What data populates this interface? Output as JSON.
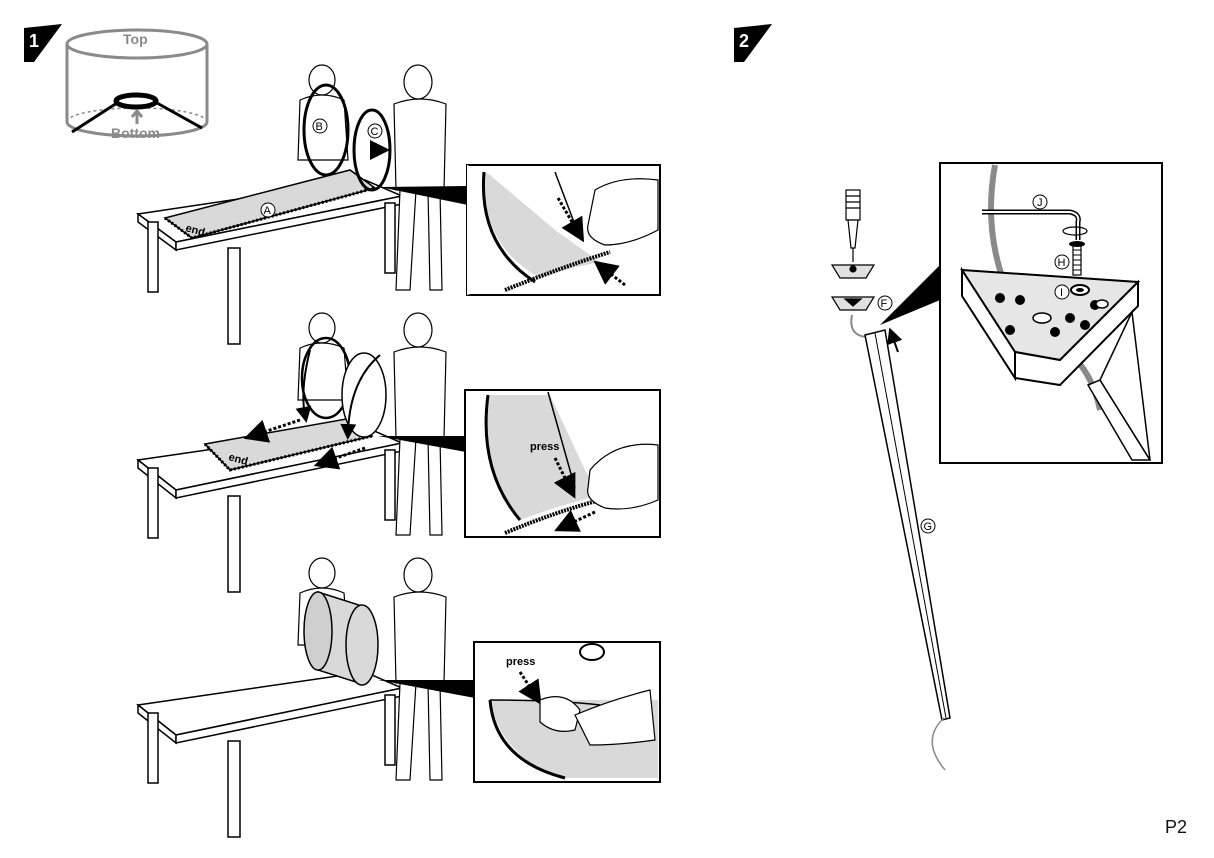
{
  "steps": [
    {
      "number": "1"
    },
    {
      "number": "2"
    }
  ],
  "shade_orientation": {
    "top_label": "Top",
    "bottom_label": "Bottom"
  },
  "part_labels": {
    "A": "A",
    "B": "B",
    "C": "C",
    "F": "F",
    "G": "G",
    "H": "H",
    "I": "I",
    "J": "J"
  },
  "annotations": {
    "end_label_1": "end",
    "end_label_2": "end",
    "press_label_1": "press",
    "press_label_2": "press"
  },
  "page_number": "P2",
  "colors": {
    "line": "#000000",
    "fabric_fill": "#d9d9d9",
    "cord": "#8a8a8a",
    "orientation_gray": "#8a8a8a"
  }
}
